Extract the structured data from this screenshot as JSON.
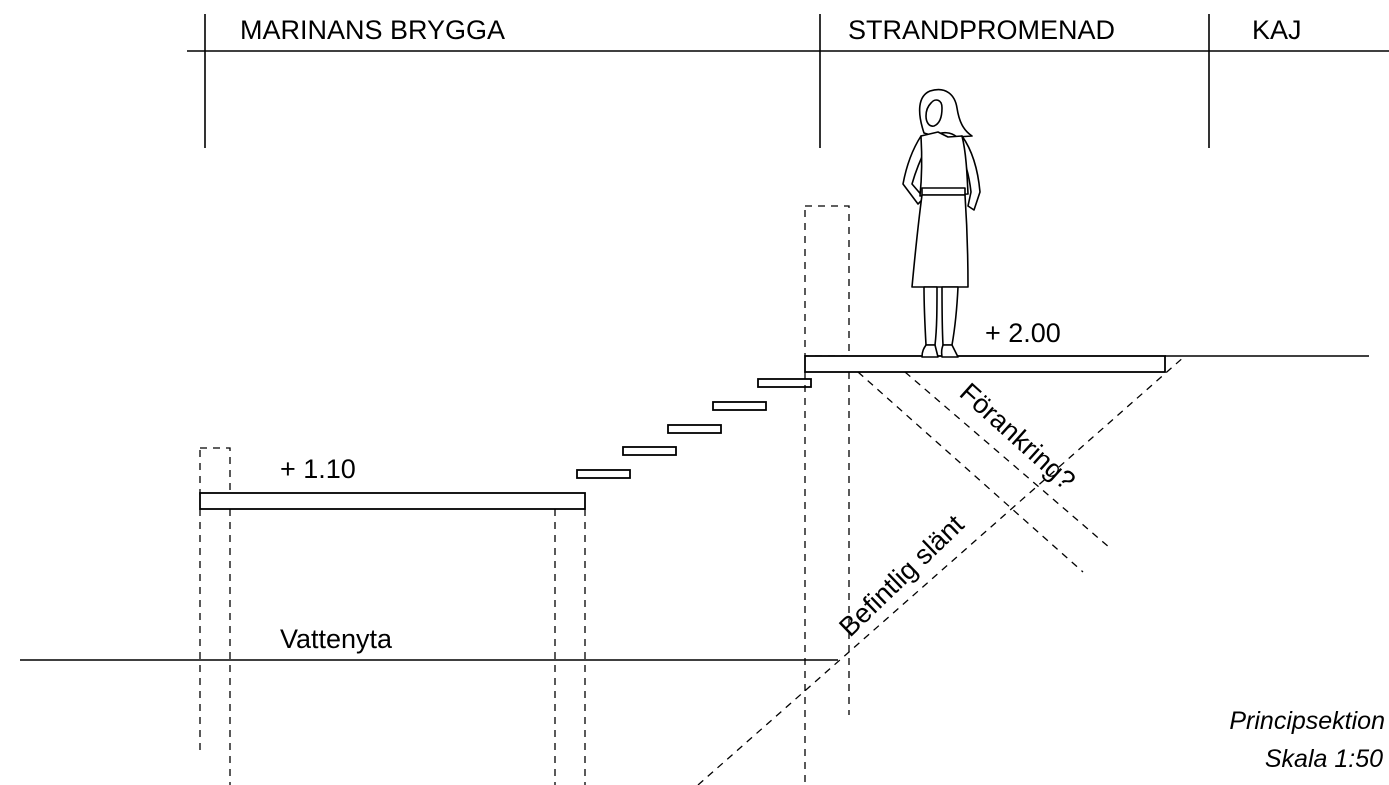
{
  "header": {
    "zone_marina": "MARINANS BRYGGA",
    "zone_promenade": "STRANDPROMENAD",
    "zone_quay": "KAJ"
  },
  "levels": {
    "promenade": "+ 2.00",
    "pier": "+ 1.10"
  },
  "labels": {
    "water": "Vattenyta",
    "anchoring": "Förankring?",
    "slope": "Befintlig slänt"
  },
  "caption": {
    "line1": "Principsektion",
    "line2": "Skala 1:50"
  }
}
